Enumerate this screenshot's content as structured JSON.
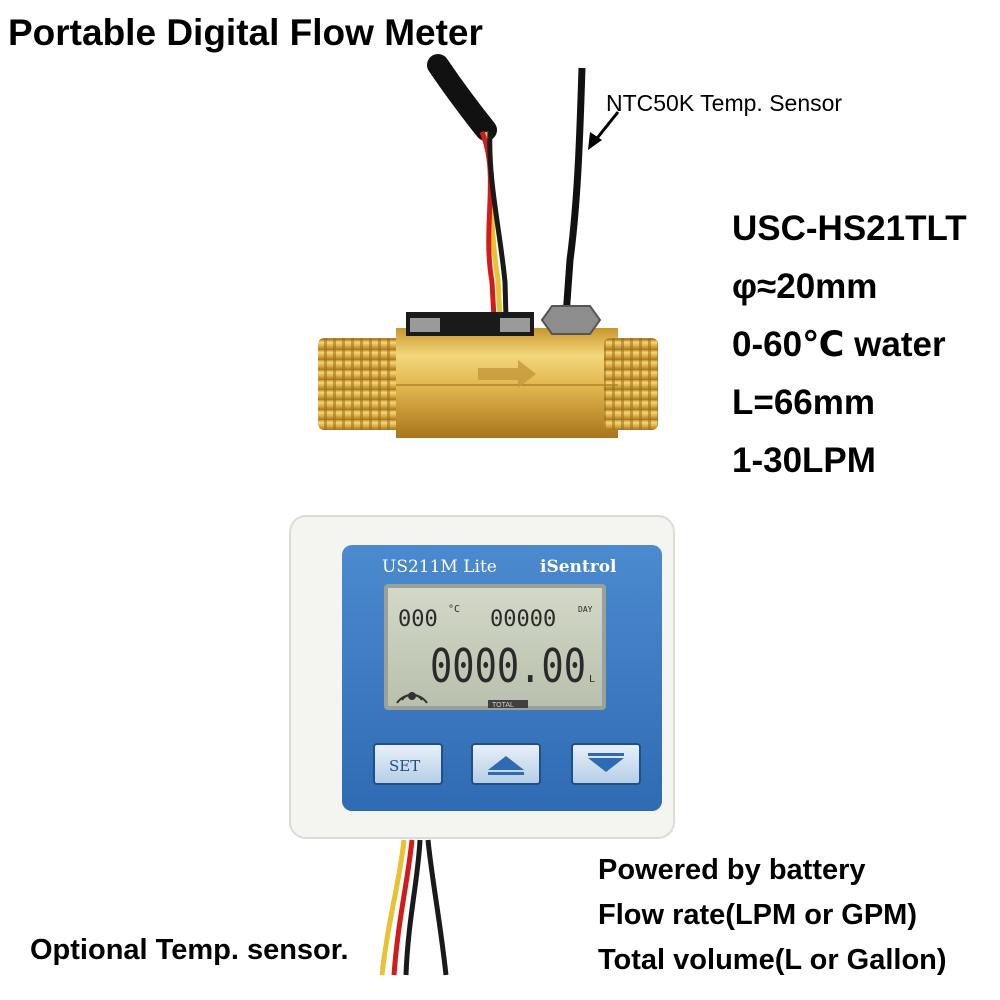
{
  "title": "Portable Digital Flow Meter",
  "sensor_label": "NTC50K Temp. Sensor",
  "specs": [
    "USC-HS21TLT",
    "φ≈20mm",
    "0-60℃ water",
    "L=66mm",
    "1-30LPM"
  ],
  "features": [
    "Powered by battery",
    "Flow rate(LPM or GPM)",
    "Total volume(L or Gallon)"
  ],
  "optional_label": "Optional Temp. sensor.",
  "meter": {
    "model": "US211M Lite",
    "brand": "iSentrol",
    "lcd_temp": "000",
    "lcd_temp_unit": "°C",
    "lcd_day": "00000",
    "lcd_day_unit": "DAY",
    "lcd_main": "0000.00",
    "lcd_main_unit": "L",
    "lcd_total": "TOTAL",
    "set_label": "SET"
  },
  "colors": {
    "brass": "#d9b34a",
    "meter_blue": "#3f7fc4",
    "lcd": "#c6cdbb",
    "housing": "#f4f4f0"
  }
}
